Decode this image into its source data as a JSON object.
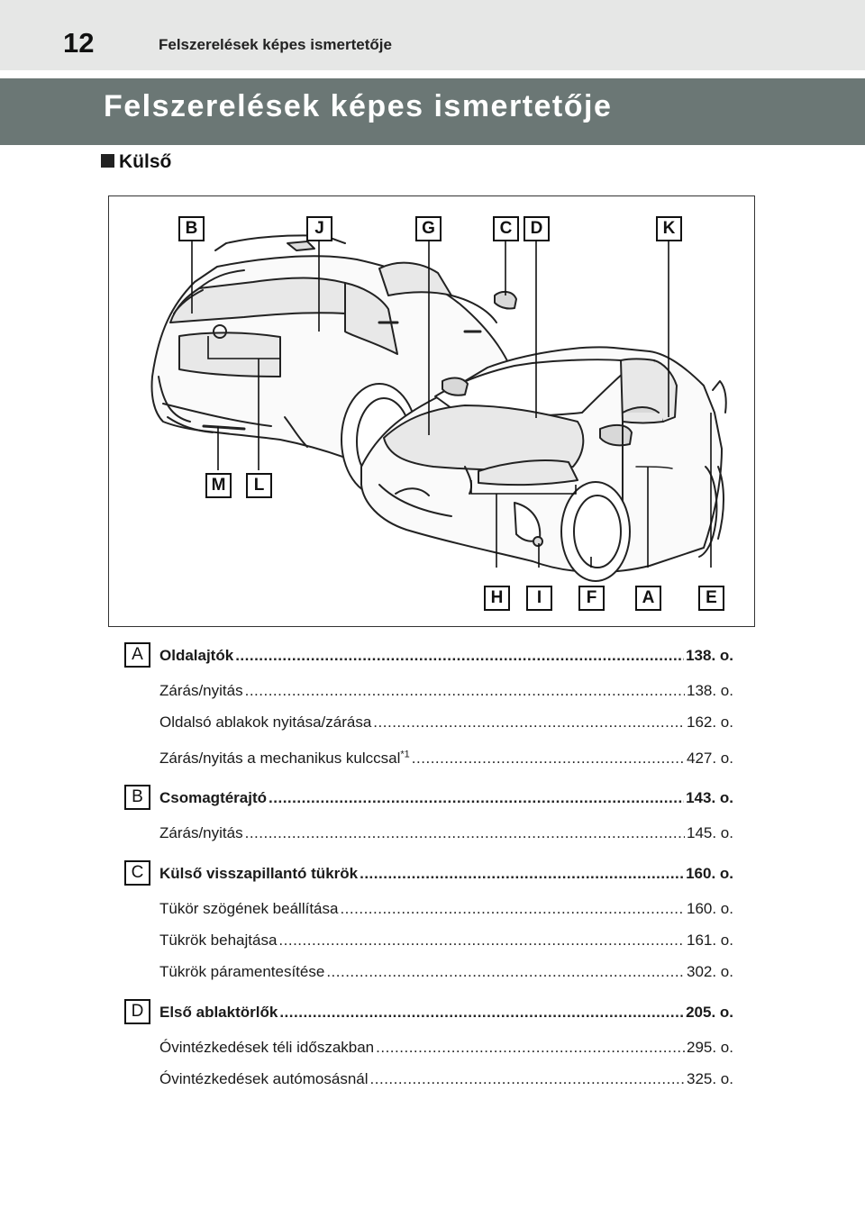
{
  "header": {
    "page_number": "12",
    "running_title": "Felszerelések képes ismertetője"
  },
  "title": "Felszerelések képes ismertetője",
  "section": "Külső",
  "figure_labels": {
    "B": "B",
    "J": "J",
    "G": "G",
    "C": "C",
    "D": "D",
    "K": "K",
    "M": "M",
    "L": "L",
    "H": "H",
    "I": "I",
    "F": "F",
    "A": "A",
    "E": "E"
  },
  "entries": [
    {
      "letter": "A",
      "title": "Oldalajtók",
      "page": "138. o.",
      "items": [
        {
          "text": "Zárás/nyitás",
          "sup": "",
          "page": "138. o."
        },
        {
          "text": "Oldalsó ablakok nyitása/zárása",
          "sup": "",
          "page": "162. o."
        },
        {
          "text": "Zárás/nyitás a mechanikus kulccsal",
          "sup": "*1",
          "page": "427. o."
        }
      ]
    },
    {
      "letter": "B",
      "title": "Csomagtérajtó",
      "page": "143. o.",
      "items": [
        {
          "text": "Zárás/nyitás",
          "sup": "",
          "page": "145. o."
        }
      ]
    },
    {
      "letter": "C",
      "title": "Külső visszapillantó tükrök",
      "page": "160. o.",
      "items": [
        {
          "text": "Tükör szögének beállítása",
          "sup": "",
          "page": "160. o."
        },
        {
          "text": "Tükrök behajtása",
          "sup": "",
          "page": "161. o."
        },
        {
          "text": "Tükrök páramentesítése",
          "sup": "",
          "page": "302. o."
        }
      ]
    },
    {
      "letter": "D",
      "title": "Első ablaktörlők",
      "page": "205. o.",
      "items": [
        {
          "text": "Óvintézkedések téli időszakban",
          "sup": "",
          "page": "295. o."
        },
        {
          "text": "Óvintézkedések autómosásnál",
          "sup": "",
          "page": "325. o."
        }
      ]
    }
  ]
}
